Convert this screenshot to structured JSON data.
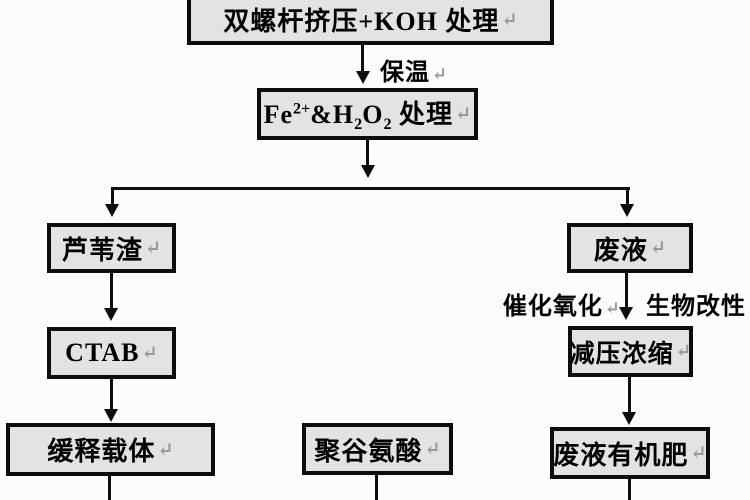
{
  "canvas": {
    "background": "#fcfcfc",
    "box_fill": "#e3e3e3",
    "line_color": "#0d0d0d",
    "return_mark_color": "#9a9a9a"
  },
  "return_mark": "↵",
  "nodes": {
    "twin_screw_koh": {
      "label": "双螺杆挤压+KOH 处理"
    },
    "fenton": {
      "fe": "Fe",
      "fe_sup": "2+",
      "amp_h": "&H",
      "h_sub": "2",
      "o": "O",
      "o_sub": "2",
      "suffix": " 处理"
    },
    "reed_residue": {
      "label": "芦苇渣"
    },
    "ctab": {
      "label": "CTAB"
    },
    "slow_release_carrier": {
      "label": "缓释载体"
    },
    "polyglutamic_acid": {
      "label": "聚谷氨酸"
    },
    "waste_liquid": {
      "label": "废液"
    },
    "vacuum_concentration": {
      "label": "减压浓缩"
    },
    "waste_organic_fertilizer": {
      "label": "废液有机肥"
    }
  },
  "edge_labels": {
    "insulation": "保温",
    "catalytic_oxidation": "催化氧化",
    "biological_modification": "生物改性"
  }
}
